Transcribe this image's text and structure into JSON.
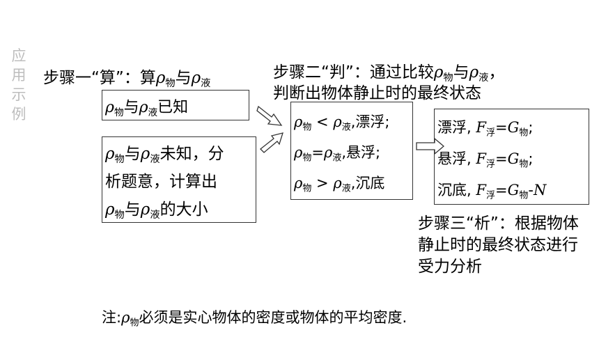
{
  "side_label": [
    "应",
    "用",
    "示",
    "例"
  ],
  "step1": {
    "title": "步骤一“算”：算",
    "rho": "ρ",
    "sub_wu": "物",
    "yu": "与",
    "sub_ye": "液"
  },
  "box1": {
    "rho": "ρ",
    "sub_wu": "物",
    "yu": "与",
    "sub_ye": "液",
    "text": "已知"
  },
  "box2": {
    "rho": "ρ",
    "sub_wu": "物",
    "yu": "与",
    "sub_ye": "液",
    "line1_text": "未知，分",
    "line2": "析题意，计算出",
    "line3_text": "的大小"
  },
  "step2": {
    "line1_prefix": "步骤二“判”：通过比较",
    "rho": "ρ",
    "sub_wu": "物",
    "yu": "与",
    "sub_ye": "液",
    "comma": "，",
    "line2": "判断出物体静止时的最终状态"
  },
  "box3": {
    "rho": "ρ",
    "sub_wu": "物",
    "sub_ye": "液",
    "rows": [
      {
        "op": " < ",
        "state": ",漂浮;"
      },
      {
        "op": "=",
        "state": ",悬浮;"
      },
      {
        "op": " > ",
        "state": ",沉底"
      }
    ]
  },
  "box4": {
    "F": "F",
    "G": "G",
    "N": "N",
    "sub_fu": "浮",
    "sub_wu": "物",
    "rows": [
      {
        "state": "漂浮, ",
        "tail": ";"
      },
      {
        "state": "悬浮, ",
        "tail": ";"
      },
      {
        "state": "沉底, ",
        "tail": "-"
      }
    ]
  },
  "step3": {
    "text": "步骤三“析”：根据物体静止时的最终状态进行受力分析"
  },
  "note": {
    "prefix": "注:",
    "rho": "ρ",
    "sub_wu": "物",
    "text": "必须是实心物体的密度或物体的平均密度."
  },
  "colors": {
    "side_label": "#bdbdbd",
    "border": "#333333"
  }
}
